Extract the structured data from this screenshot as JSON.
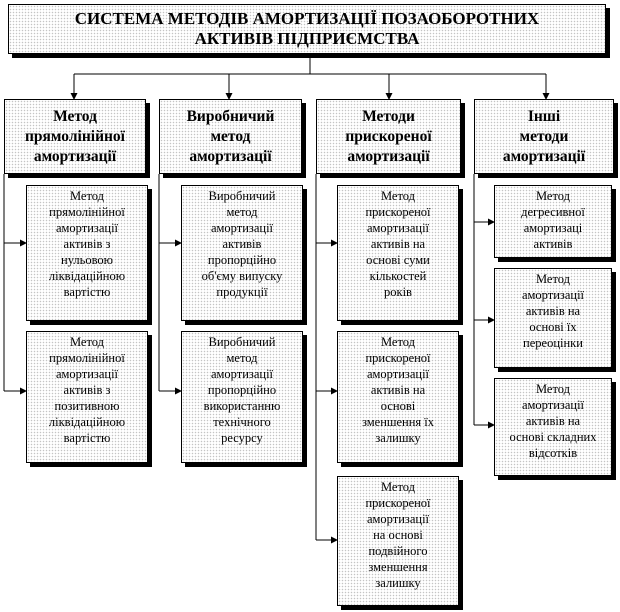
{
  "title": "СИСТЕМА МЕТОДІВ АМОРТИЗАЦІЇ ПОЗАОБОРОТНИХ\nАКТИВІВ ПІДПРИЄМСТВА",
  "columns": [
    {
      "heading": "Метод\nпрямолінійної\nамортизації",
      "items": [
        "Метод\nпрямолінійної\nамортизації\nактивів з\nнульовою\nліквідаційною\nвартістю",
        "Метод\nпрямолінійної\nамортизації\nактивів з\nпозитивною\nліквідаційною\nвартістю"
      ]
    },
    {
      "heading": "Виробничий\nметод\nамортизації",
      "items": [
        "Виробничий\nметод\nамортизації\nактивів\nпропорційно\nоб'єму випуску\nпродукції",
        "Виробничий\nметод\nамортизації\nпропорційно\nвикористанню\nтехнічного\nресурсу"
      ]
    },
    {
      "heading": "Методи\nприскореної\nамортизації",
      "items": [
        "Метод\nприскореної\nамортизації\nактивів на\nоснові суми\nкількостей\nроків",
        "Метод\nприскореної\nамортизації\nактивів на\nоснові\nзменшення їх\nзалишку",
        "Метод\nприскореної\nамортизації\nна основі\nподвійного\nзменшення\nзалишку"
      ]
    },
    {
      "heading": "Інші\nметоди\nамортизації",
      "items": [
        "Метод\nдегресивної\nамортизаці\nактивів",
        "Метод\nамортизації\nактивів на\nоснові їх\nпереоцінки",
        "Метод\nамортизації\nактивів на\nоснові складних\nвідсотків"
      ]
    }
  ]
}
